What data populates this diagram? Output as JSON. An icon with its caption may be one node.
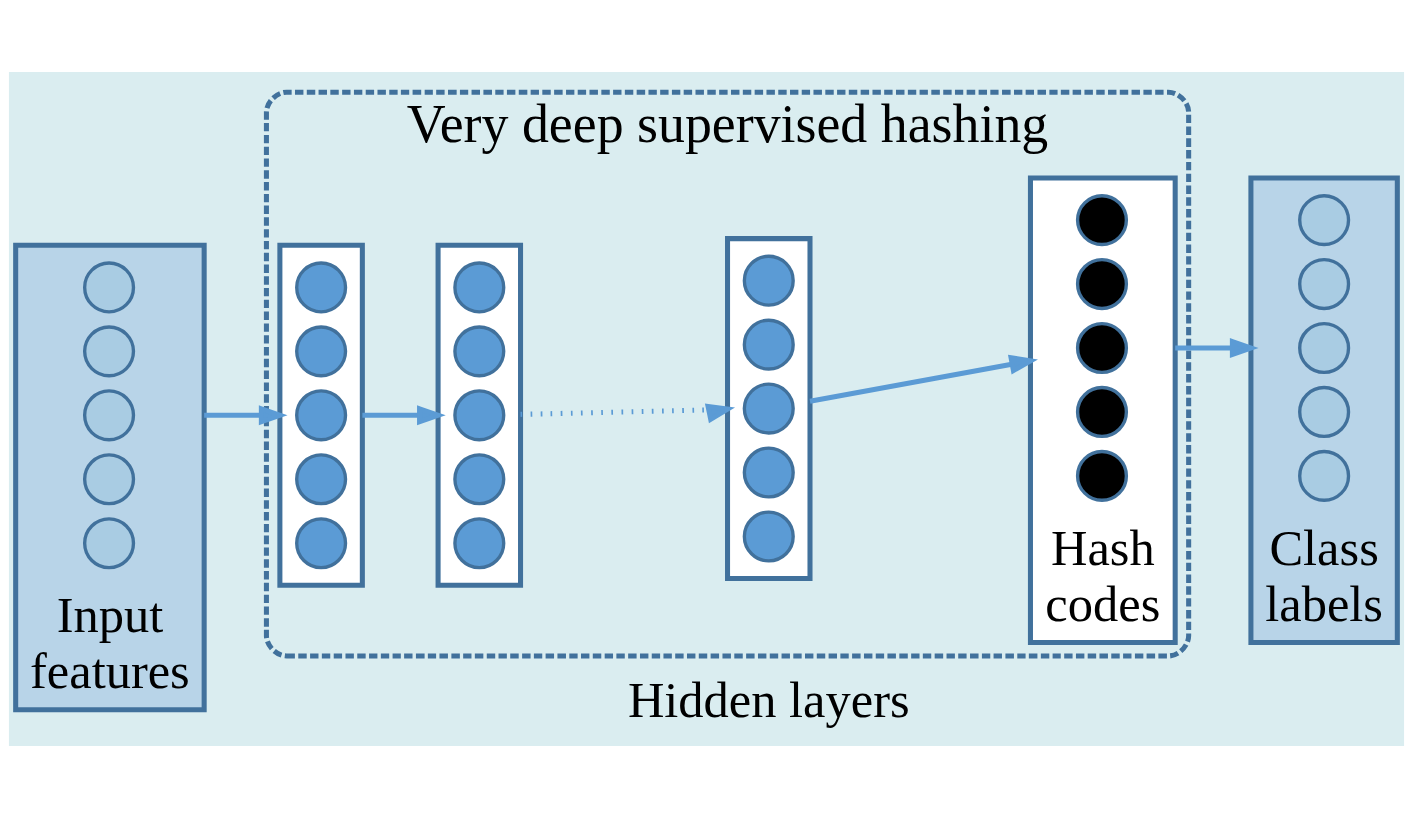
{
  "diagram": {
    "nodes": [
      {
        "text": [],
        "shape": "box",
        "beside": [
          "Input features"
        ]
      },
      {
        "text": [],
        "shape": "circle",
        "in": 0
      },
      {
        "text": [],
        "shape": "circle",
        "in": 0
      },
      {
        "text": [],
        "shape": "circle",
        "in": 0
      },
      {
        "text": [],
        "shape": "circle",
        "in": 0
      },
      {
        "text": [],
        "shape": "circle",
        "in": 0
      },
      {
        "text": [
          "Very deep supervised hashing"
        ]
      },
      {
        "text": [],
        "shape": "box",
        "in": 6
      },
      {
        "text": [],
        "shape": "circle",
        "in": 7
      },
      {
        "text": [],
        "shape": "circle",
        "in": 7
      },
      {
        "text": [],
        "shape": "circle",
        "in": 7
      },
      {
        "text": [],
        "shape": "circle",
        "in": 7
      },
      {
        "text": [],
        "shape": "circle",
        "in": 7
      },
      {
        "text": [],
        "shape": "box",
        "in": 6
      },
      {
        "text": [],
        "shape": "circle",
        "in": 13
      },
      {
        "text": [],
        "shape": "circle",
        "in": 13
      },
      {
        "text": [],
        "shape": "circle",
        "in": 13
      },
      {
        "text": [],
        "shape": "circle",
        "in": 13
      },
      {
        "text": [],
        "shape": "circle",
        "in": 13
      },
      {
        "text": [],
        "shape": "box",
        "in": 6
      },
      {
        "text": [],
        "shape": "circle",
        "in": 19
      },
      {
        "text": [],
        "shape": "circle",
        "in": 19
      },
      {
        "text": [],
        "shape": "circle",
        "in": 19
      },
      {
        "text": [],
        "shape": "circle",
        "in": 19
      },
      {
        "text": [],
        "shape": "circle",
        "in": 19
      },
      {
        "text": [],
        "shape": "box",
        "in": 6,
        "beside": [
          "Hash codes"
        ]
      },
      {
        "text": [],
        "shape": "circle",
        "in": 25
      },
      {
        "text": [],
        "shape": "circle",
        "in": 25
      },
      {
        "text": [],
        "shape": "circle",
        "in": 25
      },
      {
        "text": [],
        "shape": "circle",
        "in": 25
      },
      {
        "text": [],
        "shape": "circle",
        "in": 25
      },
      {
        "text": [],
        "shape": "box",
        "beside": [
          "Class labels"
        ]
      },
      {
        "text": [],
        "shape": "circle",
        "in": 31
      },
      {
        "text": [],
        "shape": "circle",
        "in": 31
      },
      {
        "text": [],
        "shape": "circle",
        "in": 31
      },
      {
        "text": [],
        "shape": "circle",
        "in": 31
      },
      {
        "text": [],
        "shape": "circle",
        "in": 31
      }
    ],
    "edges": [
      {
        "from": 0,
        "to": 7,
        "arrow": "to"
      },
      {
        "from": 7,
        "to": 13,
        "arrow": "to"
      },
      {
        "from": 13,
        "to": 19,
        "arrow": "to",
        "style": "dashed"
      },
      {
        "from": 19,
        "to": 25,
        "arrow": "to"
      },
      {
        "from": 25,
        "to": 31,
        "arrow": "to"
      }
    ],
    "labels": [
      "Hidden layers"
    ]
  }
}
